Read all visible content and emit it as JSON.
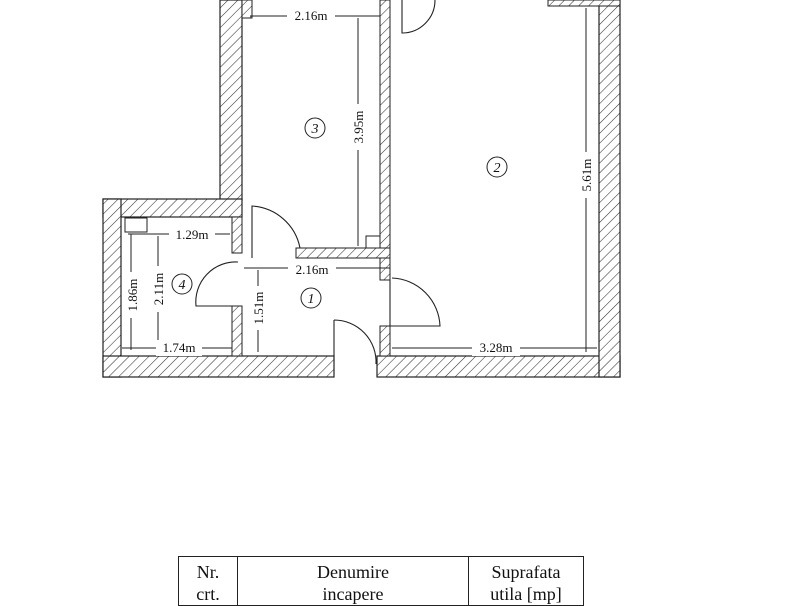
{
  "plan": {
    "rooms": [
      {
        "number": "1"
      },
      {
        "number": "2"
      },
      {
        "number": "3"
      },
      {
        "number": "4"
      }
    ],
    "dimensions": {
      "room3_width": "2.16m",
      "room3_height": "3.95m",
      "room2_height": "5.61m",
      "room4_top_width": "1.29m",
      "room4_height_inner": "1.86m",
      "room4_height_outer": "2.11m",
      "room4_bottom_width": "1.74m",
      "hall_width": "2.16m",
      "hall_height": "1.51m",
      "room2_bottom_width": "3.28m"
    }
  },
  "table": {
    "headers": [
      {
        "line1": "Nr.",
        "line2": "crt."
      },
      {
        "line1": "Denumire",
        "line2": "incapere"
      },
      {
        "line1": "Suprafata",
        "line2": "utila [mp]"
      }
    ]
  }
}
